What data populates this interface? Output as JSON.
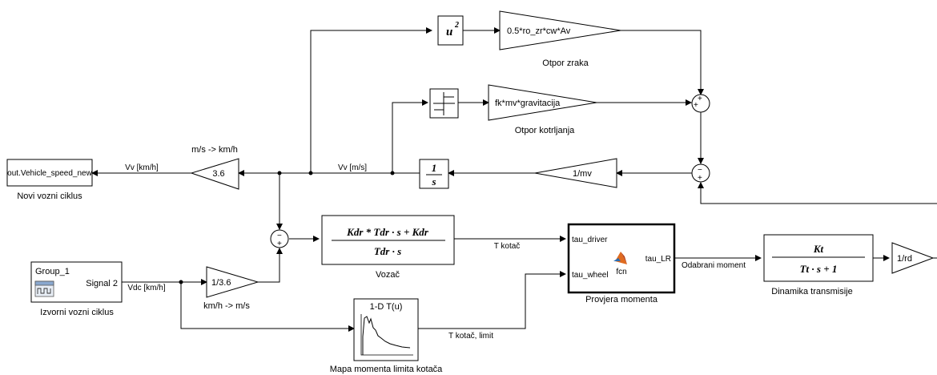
{
  "blocks": {
    "u2": {
      "text": "u",
      "sup": "2"
    },
    "air_gain": {
      "text": "0.5*ro_zr*cw*Av",
      "caption": "Otpor zraka"
    },
    "roll_gain": {
      "text": "fk*mv*gravitacija",
      "caption": "Otpor kotrljanja"
    },
    "inv_mv": {
      "text": "1/mv"
    },
    "integrator": {
      "num": "1",
      "den": "s"
    },
    "gain_36": {
      "text": "3.6",
      "caption": "m/s -> km/h"
    },
    "out_block": {
      "text": "out.Vehicle_speed_new",
      "caption": "Novi vozni ciklus"
    },
    "signal_source": {
      "group": "Group_1",
      "signal": "Signal 2",
      "caption": "Izvorni vozni ciklus"
    },
    "gain_inv36": {
      "text": "1/3.6",
      "caption": "km/h -> m/s"
    },
    "driver_tf": {
      "num": "Kdr * Tdr · s + Kdr",
      "den": "Tdr · s",
      "caption": "Vozač"
    },
    "lookup": {
      "title": "1-D T(u)",
      "caption": "Mapa momenta limita kotača"
    },
    "fcn_block": {
      "in1": "tau_driver",
      "in2": "tau_wheel",
      "out": "tau_LR",
      "center": "fcn",
      "caption": "Provjera momenta"
    },
    "trans_tf": {
      "num": "Kt",
      "den": "Tt · s + 1",
      "caption": "Dinamika transmisije"
    },
    "gain_rd": {
      "text": "1/rd"
    },
    "sum_signs": {
      "plus": "+",
      "minus": "−"
    }
  },
  "signals": {
    "vv_kmh": "Vv [km/h]",
    "vv_ms": "Vv [m/s]",
    "vdc_kmh": "Vdc [km/h]",
    "t_kotac": "T kotač",
    "t_kotac_limit": "T kotač, limit",
    "odabrani": "Odabrani moment"
  }
}
